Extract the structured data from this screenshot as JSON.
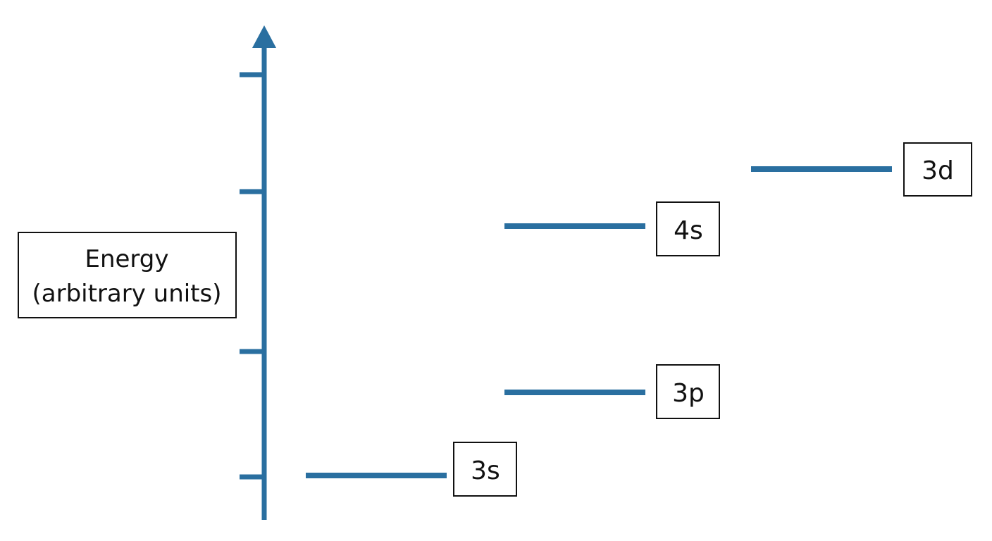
{
  "axis_label": {
    "line1": "Energy",
    "line2": "(arbitrary units)"
  },
  "levels": [
    {
      "id": "3s",
      "label": "3s"
    },
    {
      "id": "3p",
      "label": "3p"
    },
    {
      "id": "4s",
      "label": "4s"
    },
    {
      "id": "3d",
      "label": "3d"
    }
  ],
  "colors": {
    "axis": "#2a6fa0",
    "level": "#2a6fa0",
    "box_border": "#111111",
    "text": "#111111"
  }
}
